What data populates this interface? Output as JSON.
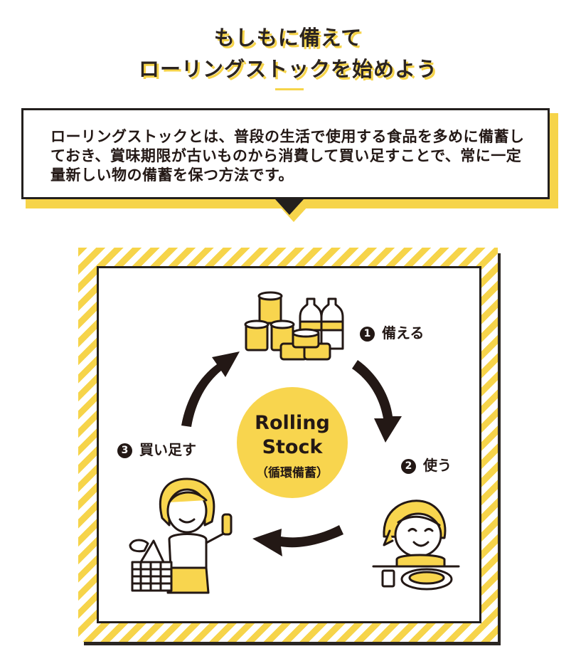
{
  "header": {
    "title_line1": "もしもに備えて",
    "title_line2": "ローリングストックを始めよう"
  },
  "callout": {
    "text": "ローリングストックとは、普段の生活で使用する食品を多めに備蓄しておき、賞味期限が古いものから消費して買い足すことで、常に一定量新しい物の備蓄を保つ方法です。"
  },
  "cycle": {
    "center": {
      "line1": "Rolling",
      "line2": "Stock",
      "line3": "（循環備蓄）"
    },
    "steps": [
      {
        "number": "1",
        "label": "備える",
        "icon": "stockpile-food-icon"
      },
      {
        "number": "2",
        "label": "使う",
        "icon": "girl-eating-icon"
      },
      {
        "number": "3",
        "label": "買い足す",
        "icon": "woman-shopping-icon"
      }
    ]
  },
  "colors": {
    "accent_yellow": "#f6d44a",
    "ink": "#231815"
  }
}
